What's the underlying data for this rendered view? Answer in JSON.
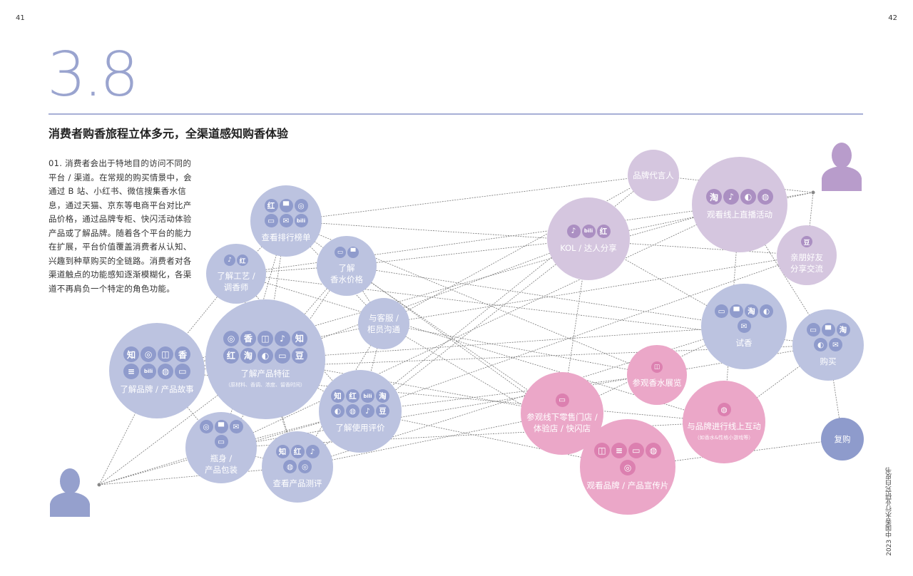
{
  "page_left": "41",
  "page_right": "42",
  "section_number": "3.8",
  "title": "消费者购香旅程立体多元，全渠道感知购香体验",
  "intro": "01. 消费者会出于特地目的访问不同的平台 / 渠道。在常规的购买情景中，会通过 B 站、小红书、微信搜集香水信息，通过天猫、京东等电商平台对比产品价格，通过品牌专柜、快闪活动体验产品或了解品牌。随着各个平台的能力在扩展，平台价值覆盖消费者从认知、兴趣到种草购买的全链路。消费者对各渠道触点的功能感知逐渐模糊化，各渠道不再肩负一个特定的角色功能。",
  "side_text": "2023 中国香水行业研究白皮书",
  "colors": {
    "blue": "#bcc3e0",
    "blue_icon": "#8f9bcc",
    "purple": "#d5c6df",
    "purple_icon": "#ab8fc2",
    "pink": "#eba7c8",
    "pink_icon": "#dc80b0",
    "repurchase": "#8e9bcc",
    "accent": "#9aa4cf"
  },
  "icon_glyphs": {
    "zhihu": "知",
    "xiaohongshu": "红",
    "taobao": "淘",
    "douyin": "♪",
    "wechat": "◍",
    "bilibili": "bili",
    "weibo": "◐",
    "tmall": "▀",
    "store": "▭",
    "expo": "◫",
    "news": "≡",
    "globe": "◎",
    "chat-bot": "✉",
    "douban": "豆",
    "xiangcha": "香"
  },
  "nodes": [
    {
      "id": "ranking",
      "label": "查看排行榜单",
      "theme": "blue",
      "icons": [
        "xiaohongshu",
        "tmall",
        "globe",
        "store",
        "chat-bot",
        "bilibili"
      ]
    },
    {
      "id": "craft",
      "label": "了解工艺 /\n调香师",
      "theme": "blue",
      "icons": [
        "douyin",
        "xiaohongshu"
      ]
    },
    {
      "id": "price",
      "label": "了解\n香水价格",
      "theme": "blue",
      "icons": [
        "store",
        "tmall"
      ]
    },
    {
      "id": "service",
      "label": "与客服 /\n柜员沟通",
      "theme": "blue",
      "icons": []
    },
    {
      "id": "brand-story",
      "label": "了解品牌 / 产品故事",
      "theme": "blue",
      "icons": [
        "zhihu",
        "globe",
        "expo",
        "xiangcha",
        "news",
        "bilibili",
        "wechat",
        "store"
      ]
    },
    {
      "id": "features",
      "label": "了解产品特征",
      "sub": "（原材料、香调、浓度、留香时间）",
      "theme": "blue",
      "icons": [
        "globe",
        "xiangcha",
        "expo",
        "douyin",
        "zhihu",
        "xiaohongshu",
        "taobao",
        "weibo",
        "store",
        "douban"
      ]
    },
    {
      "id": "reviews",
      "label": "了解使用评价",
      "theme": "blue",
      "icons": [
        "zhihu",
        "xiaohongshu",
        "bilibili",
        "taobao",
        "weibo",
        "wechat",
        "douyin",
        "douban"
      ]
    },
    {
      "id": "packaging",
      "label": "瓶身 /\n产品包装",
      "theme": "blue",
      "icons": [
        "globe",
        "tmall",
        "chat-bot",
        "store"
      ]
    },
    {
      "id": "testing",
      "label": "查看产品测评",
      "theme": "blue",
      "icons": [
        "zhihu",
        "xiaohongshu",
        "douyin",
        "wechat",
        "globe"
      ]
    },
    {
      "id": "ambassador",
      "label": "品牌代言人",
      "theme": "purple",
      "icons": []
    },
    {
      "id": "kol",
      "label": "KOL / 达人分享",
      "theme": "purple",
      "icons": [
        "douyin",
        "bilibili",
        "xiaohongshu"
      ]
    },
    {
      "id": "livestream",
      "label": "观看线上直播活动",
      "theme": "purple",
      "icons": [
        "taobao",
        "douyin",
        "weibo",
        "wechat"
      ]
    },
    {
      "id": "friends",
      "label": "亲朋好友\n分享交流",
      "theme": "purple",
      "icons": [
        "douban"
      ]
    },
    {
      "id": "trial",
      "label": "试香",
      "theme": "blue",
      "icons": [
        "store",
        "tmall",
        "taobao",
        "weibo",
        "chat-bot"
      ]
    },
    {
      "id": "purchase",
      "label": "购买",
      "theme": "blue",
      "icons": [
        "store",
        "tmall",
        "taobao",
        "weibo",
        "chat-bot"
      ]
    },
    {
      "id": "expo",
      "label": "参观香水展览",
      "theme": "pink",
      "icons": [
        "expo"
      ]
    },
    {
      "id": "retail",
      "label": "参观线下零售门店 /\n体验店 / 快闪店",
      "theme": "pink",
      "icons": [
        "store"
      ]
    },
    {
      "id": "interact",
      "label": "与品牌进行线上互动",
      "sub": "（如香水&性格小游戏等）",
      "theme": "pink",
      "icons": [
        "wechat"
      ]
    },
    {
      "id": "promo",
      "label": "观看品牌 / 产品宣传片",
      "theme": "pink",
      "icons": [
        "expo",
        "news",
        "store",
        "wechat",
        "globe"
      ]
    },
    {
      "id": "repurchase",
      "label": "复购",
      "theme": "repurchase",
      "icons": []
    }
  ]
}
